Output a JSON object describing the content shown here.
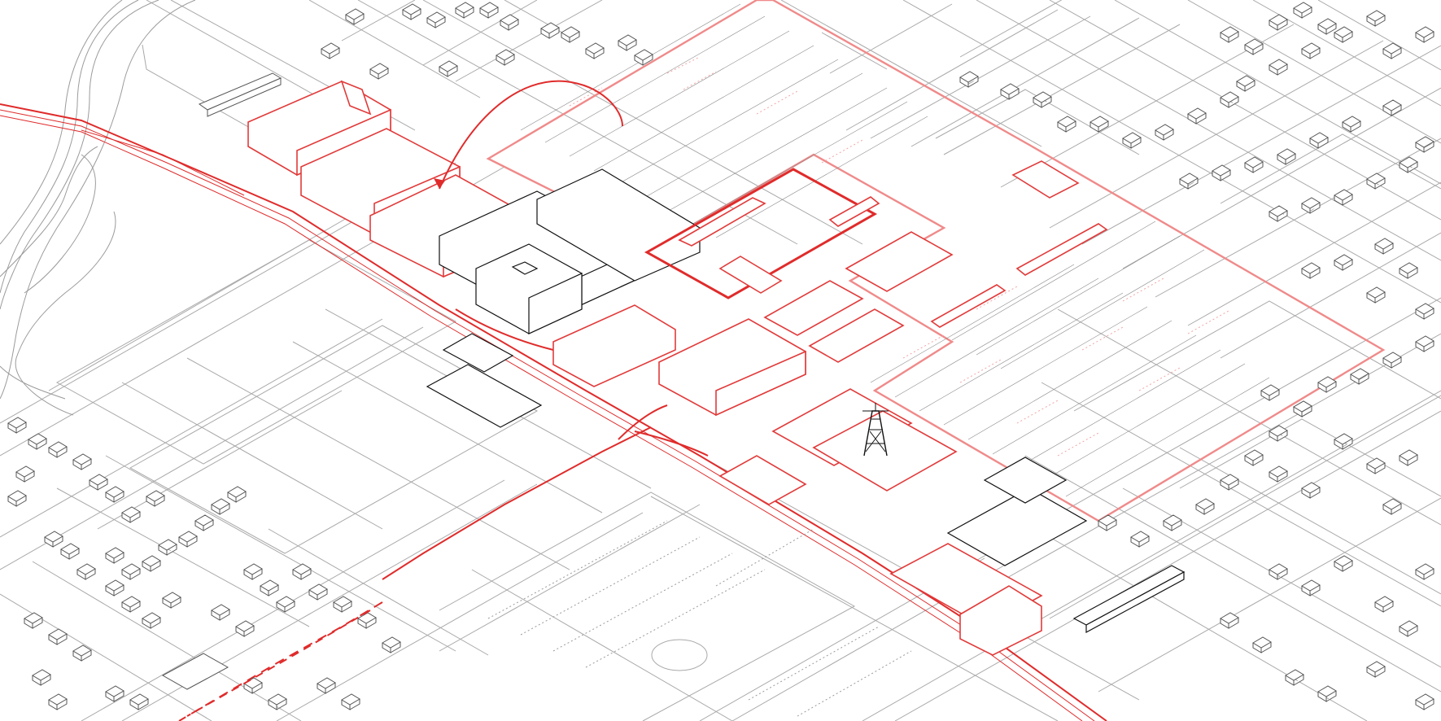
{
  "figure": {
    "kind": "isometric site plan",
    "colors": {
      "background": "#ffffff",
      "road_line": "#a9a9a9",
      "building_outline": "#555555",
      "highlight_building": "#111111",
      "project_red": "#e02b2b",
      "boundary_light_red": "#f08a8a",
      "field_rows": "#f2a3a3"
    },
    "layers": [
      "road-network",
      "river-channel",
      "railway-corridor",
      "project-boundary",
      "agricultural-plots",
      "existing-houses",
      "project-buildings",
      "landmark-tower",
      "connection-arc",
      "dashed-route"
    ]
  }
}
